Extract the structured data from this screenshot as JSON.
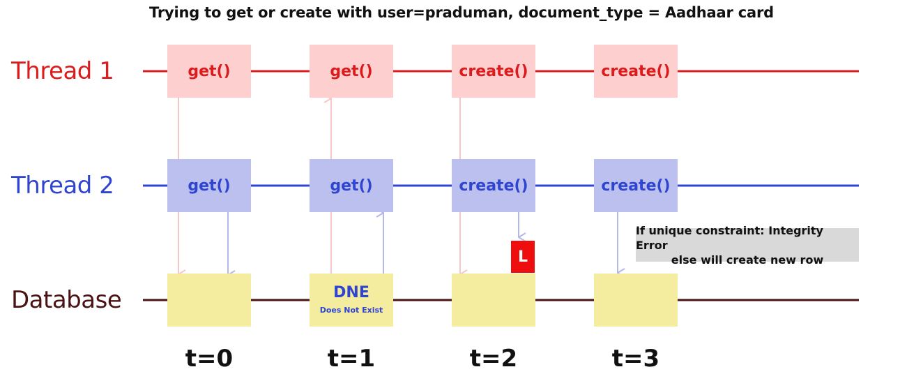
{
  "title": "Trying to get or create with user=praduman, document_type = Aadhaar card",
  "lanes": {
    "thread1": {
      "label": "Thread 1",
      "color": "#dc1c1c"
    },
    "thread2": {
      "label": "Thread 2",
      "color": "#2f45d0"
    },
    "database": {
      "label": "Database",
      "color": "#4a1212"
    }
  },
  "thread1_ops": [
    "get()",
    "get()",
    "create()",
    "create()"
  ],
  "thread2_ops": [
    "get()",
    "get()",
    "create()",
    "create()"
  ],
  "database": {
    "dne_label": "DNE",
    "dne_sub": "Does Not Exist"
  },
  "lock_label": "L",
  "note": {
    "line1": "If unique constraint: Integrity Error",
    "line2": "else will create new row"
  },
  "time_steps": [
    "t=0",
    "t=1",
    "t=2",
    "t=3"
  ],
  "colors": {
    "thread1_box": "#fdcfcf",
    "thread2_box": "#bcc0ee",
    "database_box": "#f4ec9f",
    "thread1_arrow": "#f7c6c6",
    "thread2_arrow": "#b3b8ea",
    "lock": "#ef0e0e",
    "note_bg": "#d9d9d9"
  }
}
